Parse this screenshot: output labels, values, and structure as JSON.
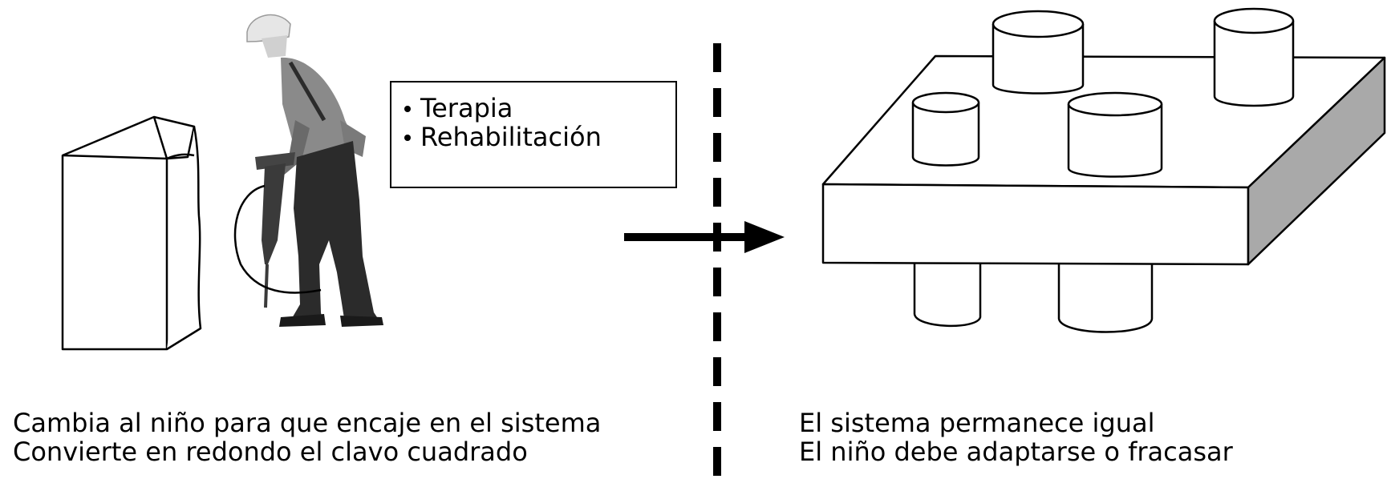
{
  "left_panel": {
    "box_items": [
      "Terapia",
      "Rehabilitación"
    ],
    "caption_lines": [
      "Cambia al niño para que encaje en el sistema",
      "Convierte en redondo el clavo cuadrado"
    ]
  },
  "right_panel": {
    "caption_lines": [
      "El sistema permanece igual",
      "El niño debe adaptarse o fracasar"
    ]
  },
  "colors": {
    "line": "#000000",
    "shirt": "#8a8a8a",
    "pants": "#2b2b2b",
    "helmet": "#e6e6e6",
    "board_side": "#a9a9a9"
  },
  "icons": [
    "worker-figure",
    "jackhammer-icon",
    "wooden-block",
    "peg-board",
    "arrow-right-icon"
  ]
}
